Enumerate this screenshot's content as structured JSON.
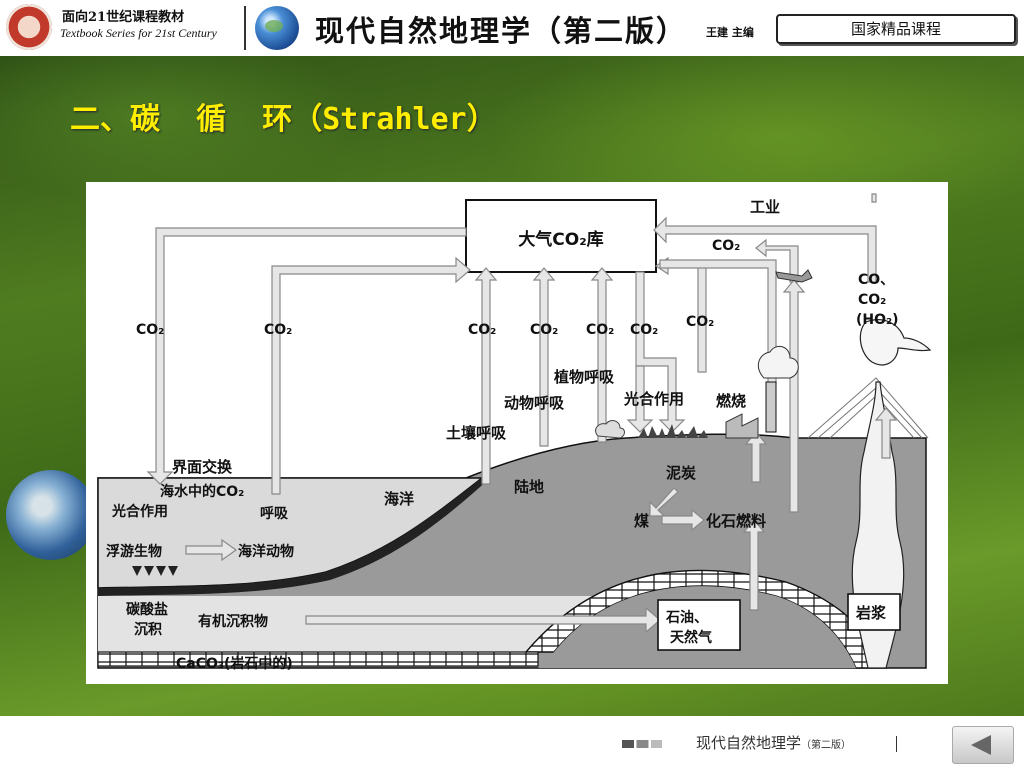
{
  "header": {
    "series_cn": "面向21世纪课程教材",
    "series_en": "Textbook Series for 21st Century",
    "book_title": "现代自然地理学（第二版）",
    "author": "王建  主编",
    "course_badge": "国家精品课程"
  },
  "slide": {
    "title": "二、碳  循  环（Strahler）"
  },
  "diagram": {
    "atmosphere_box": "大气CO₂库",
    "industry": "工业",
    "co2": "CO₂",
    "volcanic_gas": [
      "CO、",
      "CO₂",
      "(HO₂)"
    ],
    "plant_respiration": "植物呼吸",
    "animal_respiration": "动物呼吸",
    "photosynthesis": "光合作用",
    "combustion": "燃烧",
    "soil_respiration": "土壤呼吸",
    "interface_exchange": "界面交换",
    "seawater_co2": "海水中的CO₂",
    "respiration": "呼吸",
    "ocean": "海洋",
    "land": "陆地",
    "peat": "泥炭",
    "coal": "煤",
    "fossil_fuel": "化石燃料",
    "plankton": "浮游生物",
    "marine_animals": "海洋动物",
    "carbonate_sediment": [
      "碳酸盐",
      "沉积"
    ],
    "organic_sediment": "有机沉积物",
    "oil_gas": [
      "石油、",
      "天然气"
    ],
    "magma": "岩浆",
    "rock_caco3": "CaCO₃(岩石中的)"
  },
  "footer": {
    "book": "现代自然地理学",
    "edition": "（第二版）"
  },
  "colors": {
    "title_yellow": "#ffee00",
    "arrow_fill": "#e6e6e6",
    "land_gray": "#9a9a9a",
    "ocean_light": "#d9d9d9"
  }
}
